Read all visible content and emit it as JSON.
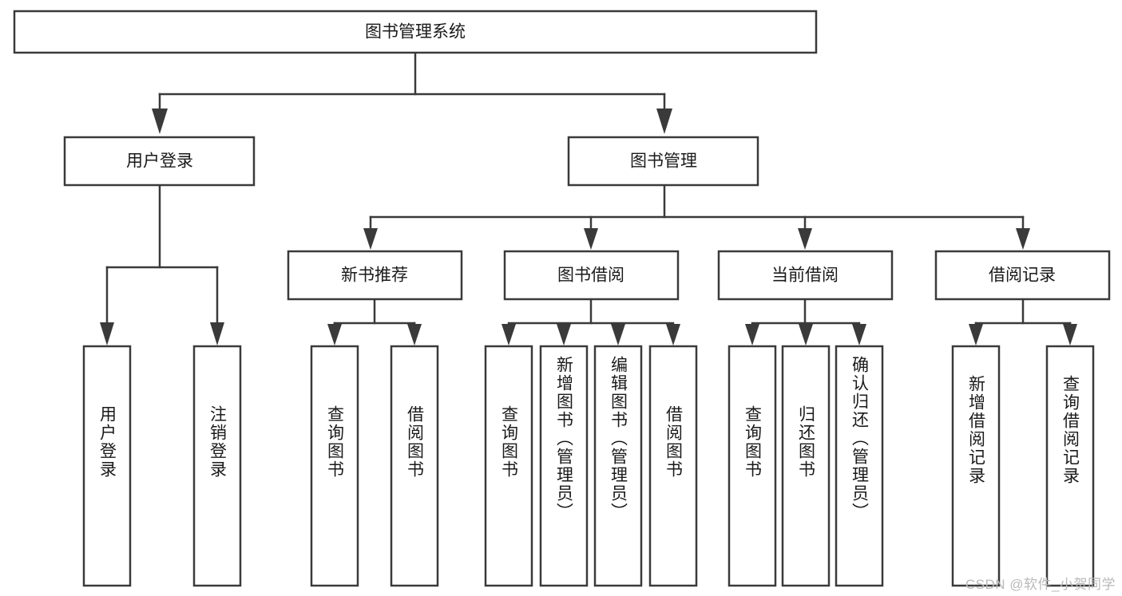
{
  "diagram": {
    "type": "tree-hierarchy",
    "title": "图书管理系统",
    "orientation": "top-down",
    "colors": {
      "stroke": "#3a3a3a",
      "box_fill": "#ffffff",
      "text": "#1a1a1a",
      "background": "#ffffff",
      "watermark": "#b9b9b9"
    },
    "root": {
      "id": "root",
      "label": "图书管理系统"
    },
    "level2": [
      {
        "id": "user-login",
        "label": "用户登录"
      },
      {
        "id": "book-manage",
        "label": "图书管理"
      }
    ],
    "level3": [
      {
        "id": "new-book-recommend",
        "label": "新书推荐",
        "parent": "book-manage"
      },
      {
        "id": "book-borrow",
        "label": "图书借阅",
        "parent": "book-manage"
      },
      {
        "id": "current-borrow",
        "label": "当前借阅",
        "parent": "book-manage"
      },
      {
        "id": "borrow-record",
        "label": "借阅记录",
        "parent": "book-manage"
      }
    ],
    "leaves": {
      "user-login": [
        {
          "id": "leaf-user-login",
          "label": "用户登录"
        },
        {
          "id": "leaf-user-logout",
          "label": "注销登录"
        }
      ],
      "new-book-recommend": [
        {
          "id": "leaf-query-book-1",
          "label": "查询图书"
        },
        {
          "id": "leaf-borrow-book-1",
          "label": "借阅图书"
        }
      ],
      "book-borrow": [
        {
          "id": "leaf-query-book-2",
          "label": "查询图书"
        },
        {
          "id": "leaf-add-book",
          "label": "新增图书（管理员）"
        },
        {
          "id": "leaf-edit-book",
          "label": "编辑图书（管理员）"
        },
        {
          "id": "leaf-borrow-book-2",
          "label": "借阅图书"
        }
      ],
      "current-borrow": [
        {
          "id": "leaf-query-book-3",
          "label": "查询图书"
        },
        {
          "id": "leaf-return-book",
          "label": "归还图书"
        },
        {
          "id": "leaf-confirm-return",
          "label": "确认归还（管理员）"
        }
      ],
      "borrow-record": [
        {
          "id": "leaf-add-record",
          "label": "新增借阅记录"
        },
        {
          "id": "leaf-query-record",
          "label": "查询借阅记录"
        }
      ]
    }
  },
  "watermark": {
    "text": "CSDN @软件_小贺同学"
  }
}
